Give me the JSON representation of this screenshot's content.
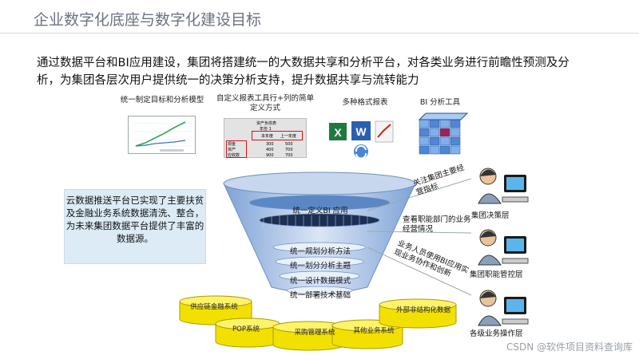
{
  "page": {
    "title": "企业数字化底座与数字化建设目标",
    "intro": "通过数据平台和BI应用建设，集团将搭建统一的大数据共享和分析平台，对各类业务进行前瞻性预测及分析，为集团各层次用户提供统一的决策分析支持，提升数据共享与流转能力"
  },
  "tools": [
    {
      "label": "统一制定目标和分析模型"
    },
    {
      "label": "自定义报表工具行+列的简单定义方式"
    },
    {
      "label": "多种格式报表"
    },
    {
      "label": "BI 分析工具"
    }
  ],
  "report_thumb": {
    "header": "资产负债表",
    "sub": "年份 1",
    "col1": "本年度",
    "col2": "上一年度",
    "rows": [
      "现金",
      "资产",
      "应收款"
    ],
    "v1": [
      "300",
      "400",
      "900"
    ],
    "v2": [
      "500",
      "700",
      "700"
    ]
  },
  "side_note": "云数据推送平台已实现了主要扶贫及金融业务系统数据清洗、整合，为未来集团数据平台提供了丰富的数据源。",
  "funnel_layers": [
    "统一定义BI 应用",
    "统一规划分析方法",
    "统一划分分析主题",
    "统一设计数据模式",
    "统一部署技术基础"
  ],
  "users": [
    {
      "label": "集团决策层",
      "arrow_text": "关注集团主要经营指标"
    },
    {
      "label": "集团职能管控层",
      "arrow_text": "查看职能部门的业务经营情况"
    },
    {
      "label": "各级业务操作层",
      "arrow_text": "业务人员使用BI应用实现业务协作和创新"
    }
  ],
  "databases": [
    "供应链金融系统",
    "POP系统",
    "采购管理系统",
    "其他业务系统",
    "外部非结构化数据"
  ],
  "footer": "CSDN @软件项目资料查询库",
  "colors": {
    "funnel_blue": "#5b87c4",
    "side_box": "#dcebf5",
    "db_yellow": "#f2e000",
    "title_gray": "#6b7280"
  }
}
